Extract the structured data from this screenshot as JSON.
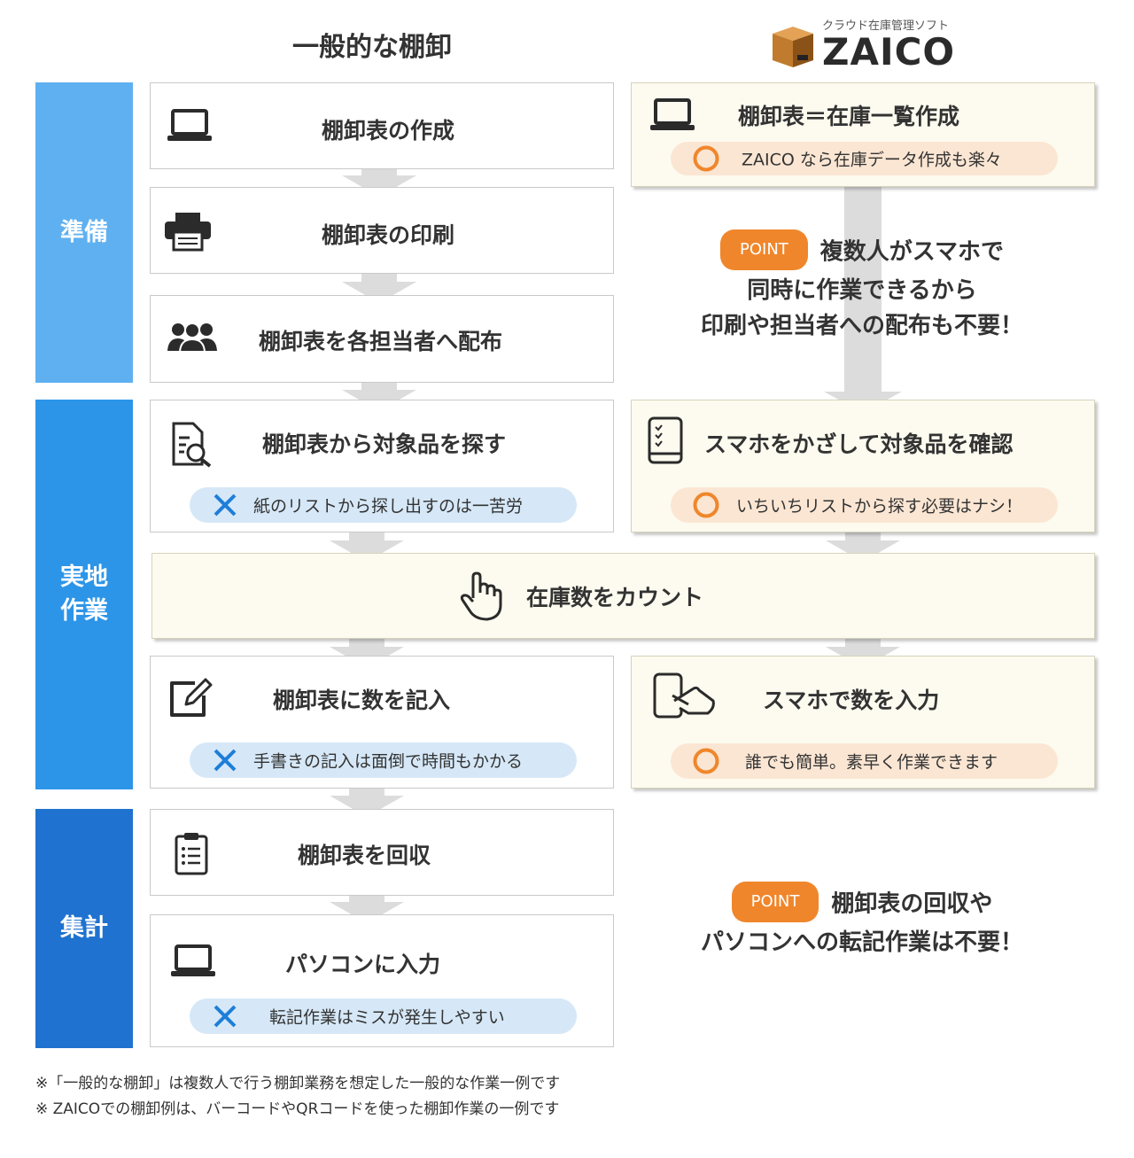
{
  "header": {
    "left_title": "一般的な棚卸",
    "brand_tagline": "クラウド在庫管理ソフト",
    "brand_name": "ZAICO"
  },
  "phases": {
    "prepare": "準備",
    "field_line1": "実地",
    "field_line2": "作業",
    "aggregate": "集計"
  },
  "general": {
    "step1": "棚卸表の作成",
    "step2": "棚卸表の印刷",
    "step3": "棚卸表を各担当者へ配布",
    "step4": "棚卸表から対象品を探す",
    "step4_issue": "紙のリストから探し出すのは一苦労",
    "step6": "棚卸表に数を記入",
    "step6_issue": "手書きの記入は面倒で時間もかかる",
    "step7": "棚卸表を回収",
    "step8": "パソコンに入力",
    "step8_issue": "転記作業はミスが発生しやすい"
  },
  "shared": {
    "count": "在庫数をカウント"
  },
  "zaico": {
    "step1": "棚卸表＝在庫一覧作成",
    "step1_benefit": "ZAICO なら在庫データ作成も楽々",
    "point1_label": "POINT",
    "point1_line1": "複数人がスマホで",
    "point1_line2": "同時に作業できるから",
    "point1_line3": "印刷や担当者への配布も不要！",
    "step2": "スマホをかざして対象品を確認",
    "step2_benefit": "いちいちリストから探す必要はナシ！",
    "step3": "スマホで数を入力",
    "step3_benefit": "誰でも簡単。素早く作業できます",
    "point2_label": "POINT",
    "point2_line1": "棚卸表の回収や",
    "point2_line2": "パソコンへの転記作業は不要！"
  },
  "footnotes": {
    "note1": "※「一般的な棚卸」は複数人で行う棚卸業務を想定した一般的な作業一例です",
    "note2": "※ ZAICOでの棚卸例は、バーコードやQRコードを使った棚卸作業の一例です"
  },
  "colors": {
    "phase_prepare": "#5fb0f0",
    "phase_field": "#2d95e8",
    "phase_aggregate": "#1f72cf",
    "x_mark": "#1e7ed8",
    "o_mark": "#f0862b",
    "arrow": "#dcdcdc"
  },
  "icons": [
    "laptop-icon",
    "printer-icon",
    "people-icon",
    "search-document-icon",
    "tablet-checklist-icon",
    "hand-pointer-icon",
    "edit-icon",
    "phone-touch-icon",
    "clipboard-icon",
    "cross-mark-icon",
    "circle-mark-icon",
    "box-logo-icon"
  ]
}
